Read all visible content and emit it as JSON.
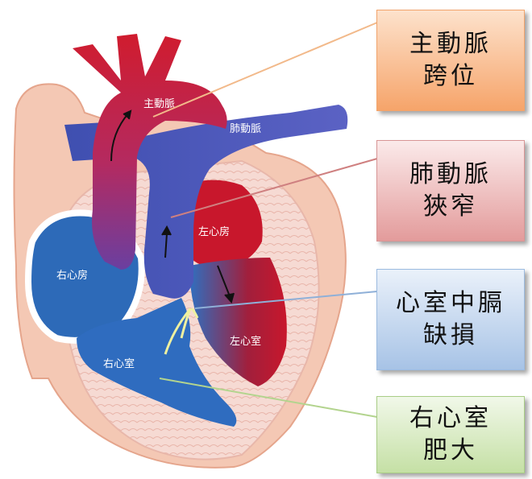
{
  "diagram_labels": {
    "aorta": "主動脈",
    "pulmonary_artery": "肺動脈",
    "left_atrium": "左心房",
    "right_atrium": "右心房",
    "left_ventricle": "左心室",
    "right_ventricle": "右心室"
  },
  "callouts": [
    {
      "id": "tga",
      "line1": "主動脈",
      "line2": "跨位",
      "color": "#f6a46a",
      "line_color": "#f2b98a"
    },
    {
      "id": "ps",
      "line1": "肺動脈",
      "line2": "狹窄",
      "color": "#e39b9b",
      "line_color": "#cf8080"
    },
    {
      "id": "vsd",
      "line1": "心室中膈",
      "line2": "缺損",
      "color": "#a7c3e6",
      "line_color": "#8fb0d8"
    },
    {
      "id": "rvh",
      "line1": "右心室",
      "line2": "肥大",
      "color": "#c5e0a5",
      "line_color": "#b3d48e"
    }
  ]
}
